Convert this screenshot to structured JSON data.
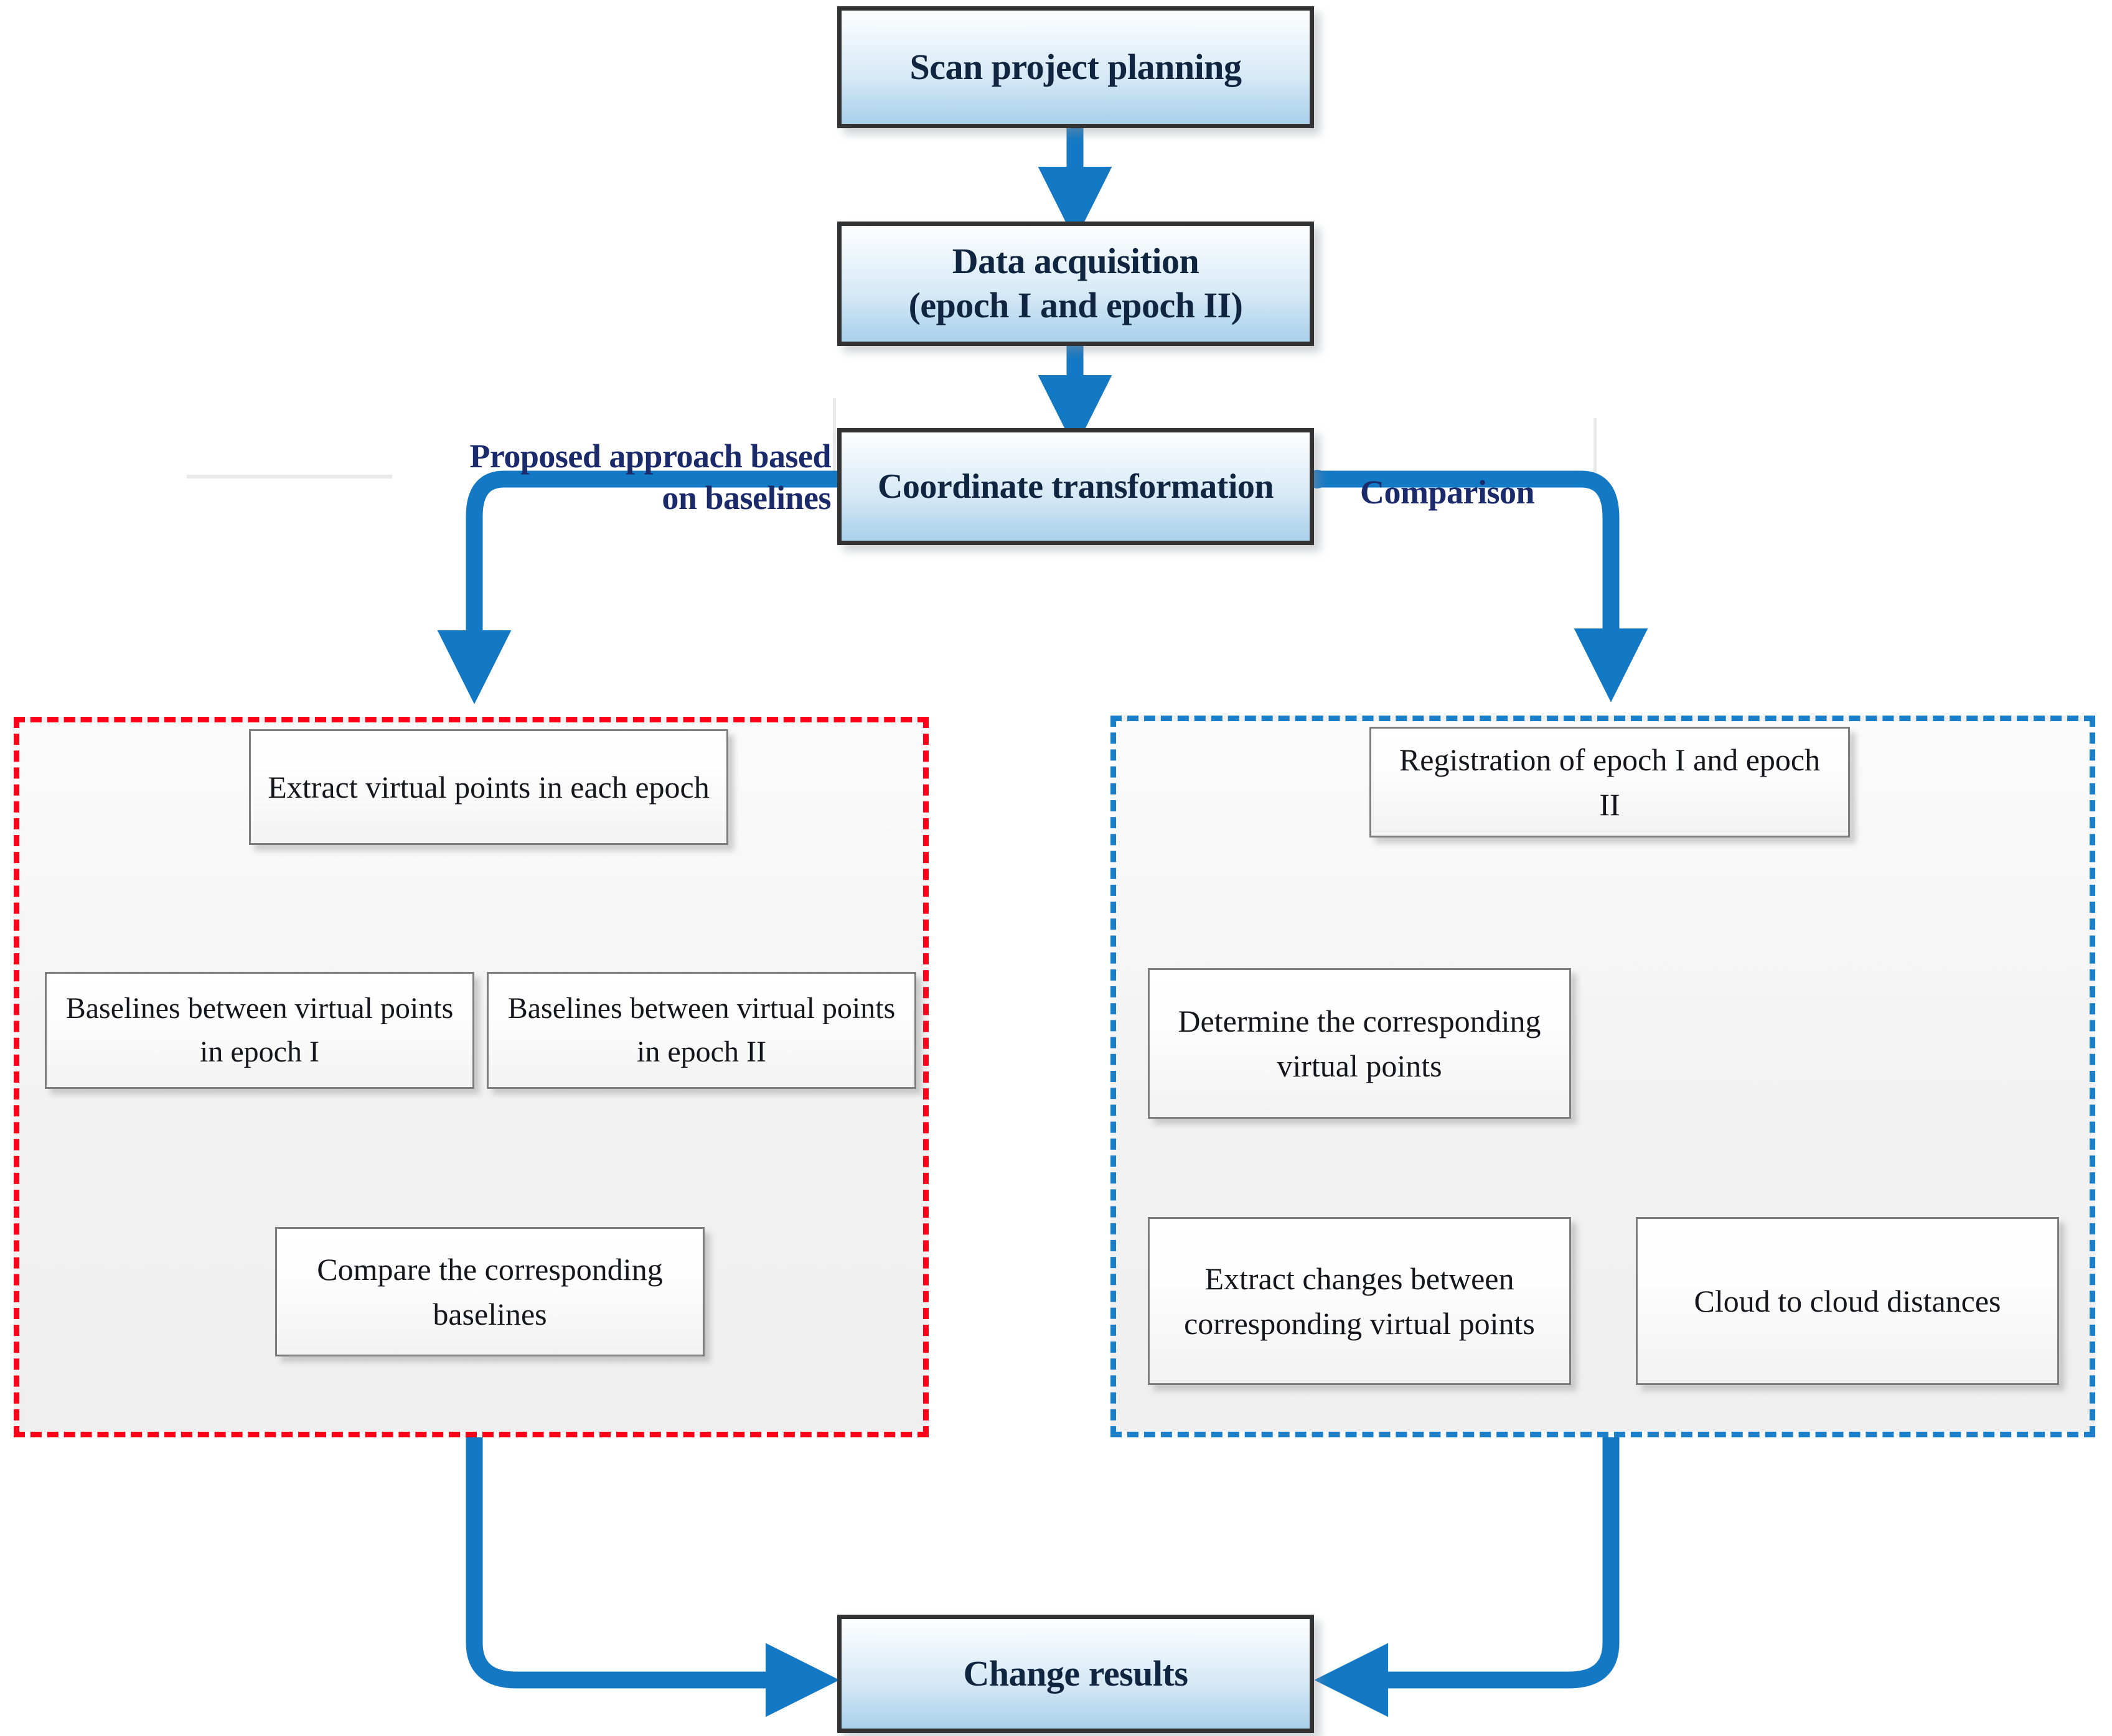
{
  "diagram": {
    "title_boxes": {
      "scan": "Scan project planning",
      "acquisition": "Data acquisition\n(epoch I and epoch II)",
      "coordinate": "Coordinate transformation",
      "results": "Change results"
    },
    "branch_labels": {
      "left": "Proposed approach based\non baselines",
      "right": "Comparison"
    },
    "left_branch": {
      "extract": "Extract virtual points in each epoch",
      "baselines_i": "Baselines between virtual points in epoch  I",
      "baselines_ii": "Baselines between virtual points in epoch II",
      "compare": "Compare the corresponding baselines"
    },
    "right_branch": {
      "registration": "Registration of epoch I and epoch II",
      "determine": "Determine the corresponding virtual points",
      "extract_changes": "Extract changes between corresponding virtual points",
      "cloud": "Cloud to cloud distances"
    },
    "colors": {
      "arrow_blue": "#1479c4",
      "group_red": "#fb0018",
      "group_blue": "#1a7fc8",
      "box_border": "#333333",
      "label_navy": "#1b2a6b",
      "thin_arrow": "#3a3a3a"
    }
  }
}
